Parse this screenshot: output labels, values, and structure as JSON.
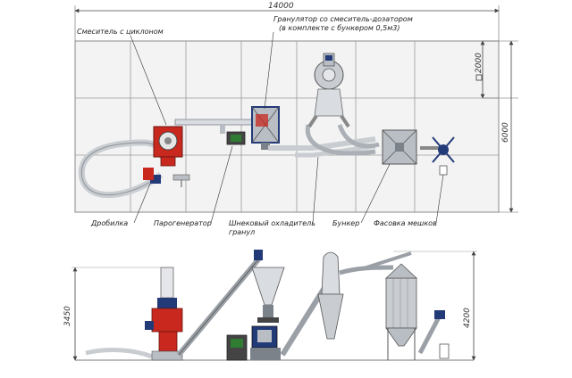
{
  "colors": {
    "grid_fill": "#f3f3f3",
    "grid_line": "#8a8a8a",
    "equip_red": "#c8281e",
    "equip_blue": "#223a78",
    "steel": "#b9bec4",
    "steel_dark": "#7c8289",
    "pipe": "#d9dde2",
    "dim_line": "#444444"
  },
  "dimensions": {
    "total_length": "14000",
    "cell": "2000",
    "width": "6000",
    "height_left": "3450",
    "height_right": "4200"
  },
  "labels": {
    "mixer_cyclone": "Смеситель с циклоном",
    "granulator_line1": "Гранулятор со смеситель-дозатором",
    "granulator_line2": "(в комплекте с бункером 0,5м3)",
    "crusher": "Дробилка",
    "steam_generator": "Парогенератор",
    "screw_cooler_line1": "Шнековый охладитель",
    "screw_cooler_line2": "гранул",
    "bunker": "Бункер",
    "bagging": "Фасовка мешков"
  }
}
